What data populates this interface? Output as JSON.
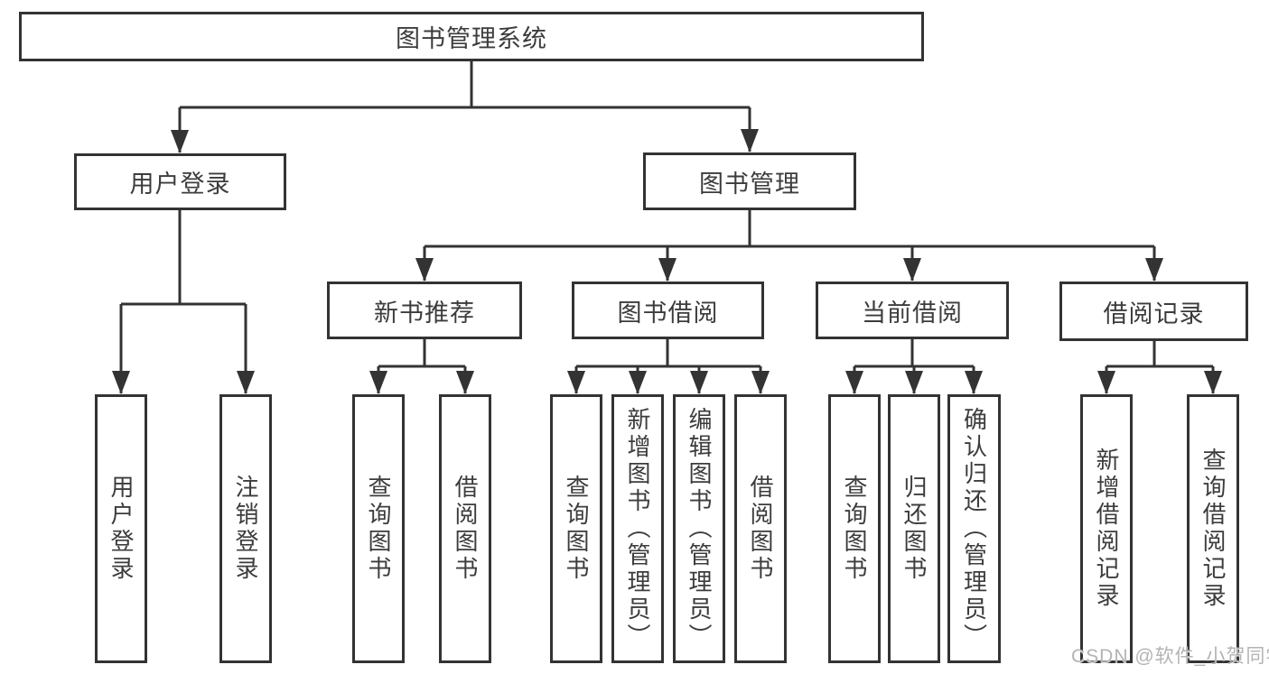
{
  "diagram": {
    "title": "图书管理系统",
    "branches": [
      {
        "label": "用户登录",
        "children": [
          {
            "label": "用户登录"
          },
          {
            "label": "注销登录"
          }
        ]
      },
      {
        "label": "图书管理",
        "children": [
          {
            "label": "新书推荐",
            "children": [
              {
                "label": "查询图书"
              },
              {
                "label": "借阅图书"
              }
            ]
          },
          {
            "label": "图书借阅",
            "children": [
              {
                "label": "查询图书"
              },
              {
                "label": "新增图书（管理员）"
              },
              {
                "label": "编辑图书（管理员）"
              },
              {
                "label": "借阅图书"
              }
            ]
          },
          {
            "label": "当前借阅",
            "children": [
              {
                "label": "查询图书"
              },
              {
                "label": "归还图书"
              },
              {
                "label": "确认归还（管理员）"
              }
            ]
          },
          {
            "label": "借阅记录",
            "children": [
              {
                "label": "新增借阅记录"
              },
              {
                "label": "查询借阅记录"
              }
            ]
          }
        ]
      }
    ]
  },
  "watermark": {
    "text": "CSDN @软件_小贺同学"
  },
  "colors": {
    "line": "#333333",
    "box_border": "#333333",
    "text": "#3c3c3c",
    "watermark": "#b3b3b3",
    "background": "#ffffff"
  }
}
